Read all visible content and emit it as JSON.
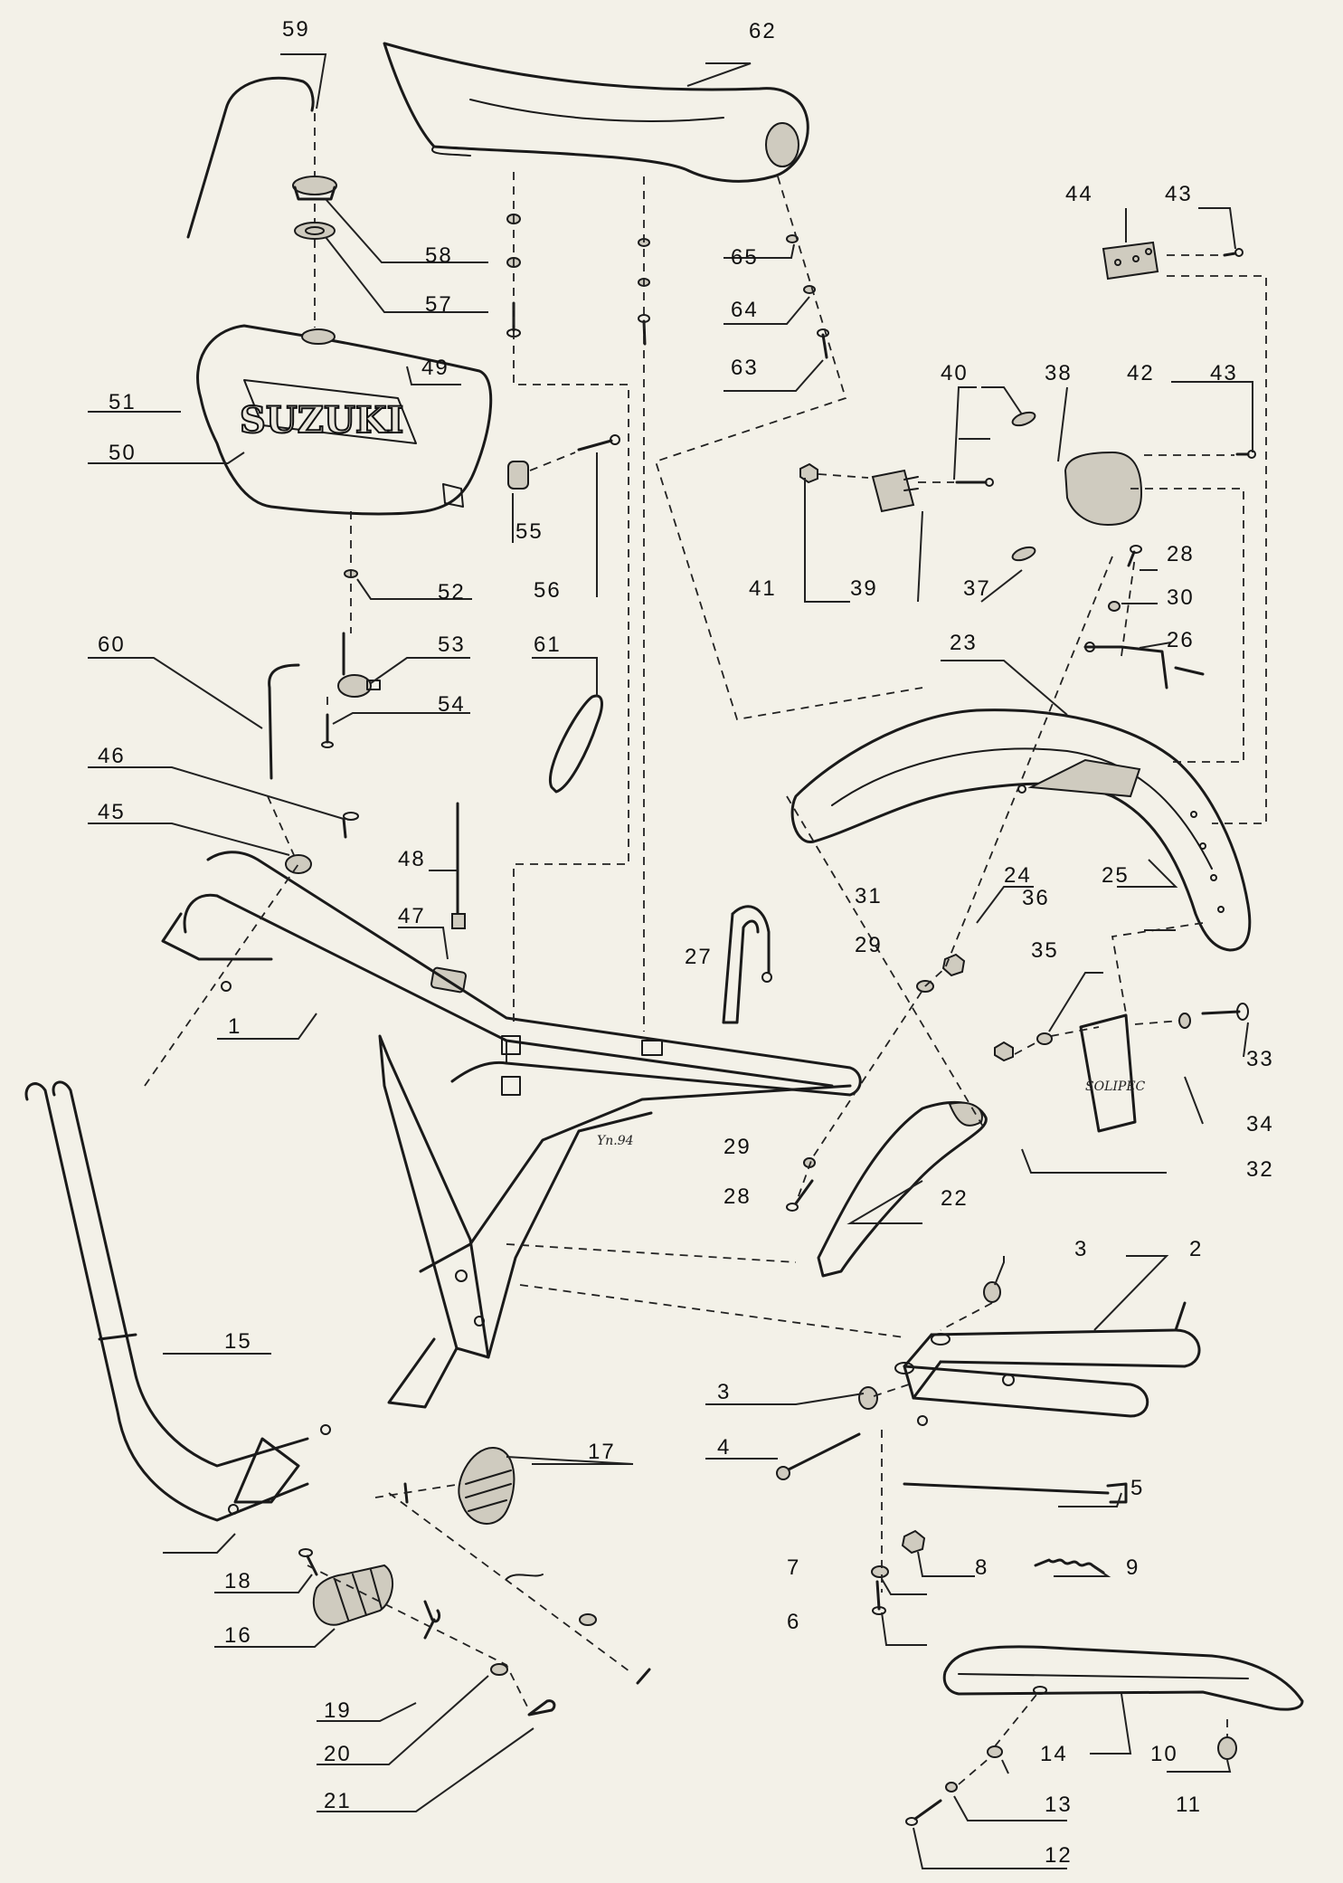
{
  "callouts": {
    "c1": "1",
    "c2": "2",
    "c3a": "3",
    "c3b": "3",
    "c4": "4",
    "c5": "5",
    "c6": "6",
    "c7": "7",
    "c8": "8",
    "c9": "9",
    "c10": "10",
    "c11": "11",
    "c12": "12",
    "c13": "13",
    "c14": "14",
    "c15": "15",
    "c16": "16",
    "c17": "17",
    "c18": "18",
    "c19": "19",
    "c20": "20",
    "c21": "21",
    "c22": "22",
    "c23": "23",
    "c24": "24",
    "c25": "25",
    "c26": "26",
    "c27": "27",
    "c28a": "28",
    "c28b": "28",
    "c29a": "29",
    "c29b": "29",
    "c30": "30",
    "c31": "31",
    "c32": "32",
    "c33": "33",
    "c34": "34",
    "c35": "35",
    "c36": "36",
    "c37": "37",
    "c38": "38",
    "c39": "39",
    "c40": "40",
    "c41": "41",
    "c42": "42",
    "c43a": "43",
    "c43b": "43",
    "c44": "44",
    "c45": "45",
    "c46": "46",
    "c47": "47",
    "c48": "48",
    "c49": "49",
    "c50": "50",
    "c51": "51",
    "c52": "52",
    "c53": "53",
    "c54": "54",
    "c55": "55",
    "c56": "56",
    "c57": "57",
    "c58": "58",
    "c59": "59",
    "c60": "60",
    "c61": "61",
    "c62": "62",
    "c63": "63",
    "c64": "64",
    "c65": "65"
  },
  "markings": {
    "tank_logo": "SUZUKI",
    "mudflap_text": "SOLIPEC",
    "frame_signature": "Yn.94"
  }
}
